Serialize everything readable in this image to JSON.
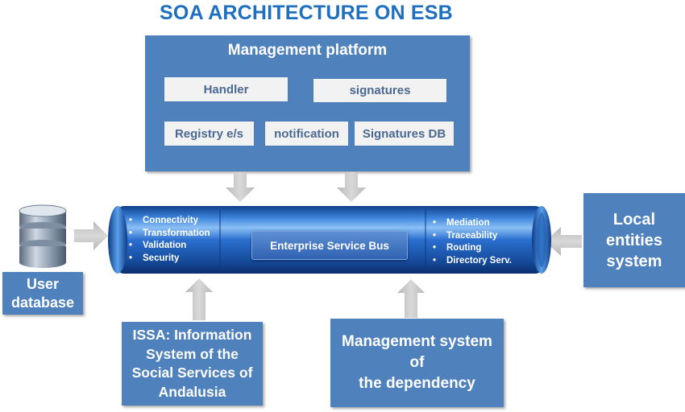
{
  "title": "SOA ARCHITECTURE ON ESB",
  "management_platform": {
    "title": "Management platform",
    "items": [
      "Handler",
      "signatures",
      "Registry e/s",
      "notification",
      "Signatures DB"
    ]
  },
  "esb": {
    "label": "Enterprise Service Bus",
    "left_features": [
      "Connectivity",
      "Transformation",
      "Validation",
      "Security"
    ],
    "right_features": [
      "Mediation",
      "Traceability",
      "Routing",
      "Directory Serv."
    ]
  },
  "user_database": {
    "line1": "User",
    "line2": "database"
  },
  "local_entities": {
    "line1": "Local",
    "line2": "entities",
    "line3": "system"
  },
  "issa": {
    "line1": "ISSA: Information",
    "line2": "System of the",
    "line3": "Social Services of",
    "line4": "Andalusia"
  },
  "dependency": {
    "line1": "Management system",
    "line2": "of",
    "line3": "the dependency"
  },
  "colors": {
    "title": "#1f6fc0",
    "box": "#4f81bd",
    "chip": "#f2f2f2",
    "arrow": "#c8c8c8",
    "bus": "#1f5fb8"
  }
}
